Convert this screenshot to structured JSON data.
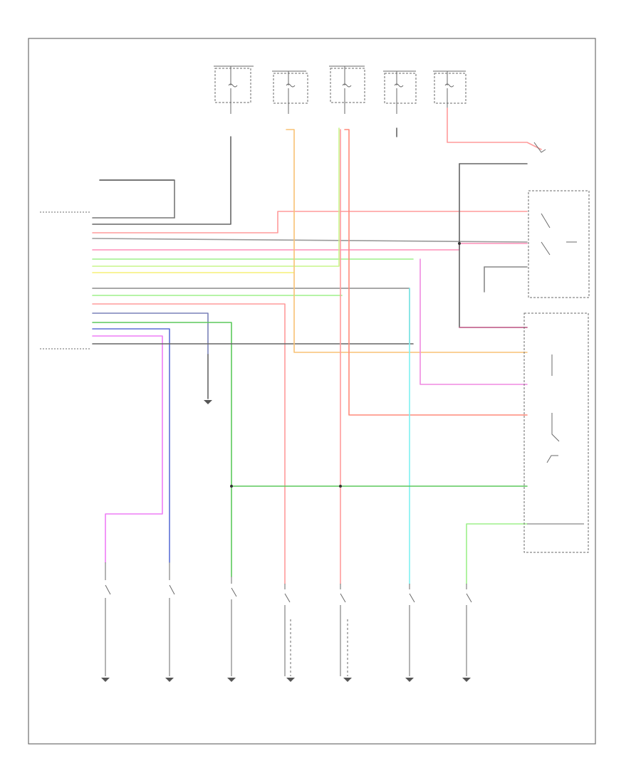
{
  "page": {
    "footer_code": ""
  },
  "colors": {
    "red": "#ff9b9b",
    "pink": "#ff8fb8",
    "orange": "#ff9d4d",
    "yellow": "#f5f076",
    "ltgreen": "#9df08a",
    "green": "#5cc95c",
    "cyan": "#7ff2f2",
    "blue": "#5b6fd6",
    "violet": "#ee7df5",
    "gray": "#8c8c8c",
    "black": "#4a4a4a"
  },
  "icons": [
    "ground-symbol",
    "fuse-symbol",
    "switch-symbol",
    "splice-dot"
  ]
}
